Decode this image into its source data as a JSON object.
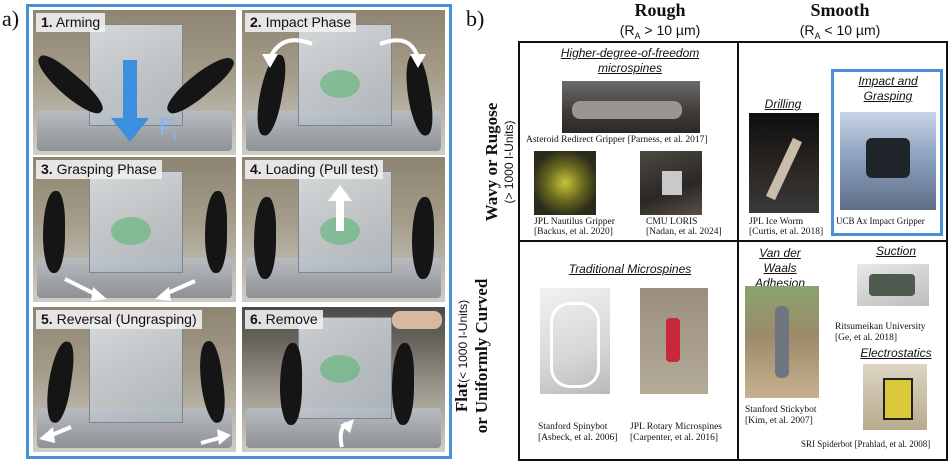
{
  "panel_a": {
    "label": "a)",
    "steps": [
      {
        "num": "1.",
        "title": "Arming",
        "force_label": "F",
        "force_sub": "i"
      },
      {
        "num": "2.",
        "title": "Impact Phase"
      },
      {
        "num": "3.",
        "title": "Grasping Phase"
      },
      {
        "num": "4.",
        "title": "Loading (Pull test)"
      },
      {
        "num": "5.",
        "title": "Reversal (Ungrasping)"
      },
      {
        "num": "6.",
        "title": "Remove"
      }
    ]
  },
  "panel_b": {
    "label": "b)",
    "columns": [
      {
        "title": "Rough",
        "sub": "(R",
        "sub_idx": "A",
        "sub_rest": " > 10 µm)"
      },
      {
        "title": "Smooth",
        "sub": "(R",
        "sub_idx": "A",
        "sub_rest": " < 10 µm)"
      }
    ],
    "rows": [
      {
        "title": "Wavy or Rugose",
        "sub": "(> 1000 I-Units)"
      },
      {
        "title_pre": "Flat",
        "title_sub": "(< 1000 I-Units)",
        "title_post": "or Uniformly Curved"
      }
    ],
    "cells": {
      "rough_wavy": {
        "title": "Higher-degree-of-freedom microspines",
        "captions": [
          "Asteroid Redirect Gripper [Parness, et al. 2017]",
          "JPL Nautilus Gripper",
          "[Backus, et al. 2020]",
          "CMU LORIS",
          "[Nadan, et al. 2024]"
        ]
      },
      "smooth_wavy": {
        "drilling_title": "Drilling",
        "drilling_captions": [
          "JPL Ice Worm",
          "[Curtis, et al. 2018]"
        ],
        "impact_title": "Impact and Grasping",
        "impact_caption": "UCB Ax Impact Gripper"
      },
      "rough_flat": {
        "title": "Traditional Microspines",
        "captions": [
          "Stanford Spinybot",
          "[Asbeck, et al. 2006]",
          "JPL Rotary Microspines",
          "[Carpenter, et al. 2016]"
        ]
      },
      "smooth_flat": {
        "vdw_title": "Van der Waals Adhesion",
        "vdw_captions": [
          "Stanford Stickybot",
          "[Kim, et al. 2007]"
        ],
        "suction_title": "Suction",
        "suction_captions": [
          "Ritsumeikan University",
          "[Ge, et al. 2018]"
        ],
        "electro_title": "Electrostatics",
        "electro_caption": "SRI Spiderbot [Prahlad, et al. 2008]"
      }
    }
  },
  "colors": {
    "highlight_border": "#4a90d9",
    "force_arrow": "#3d8fe0",
    "grid": "#111111"
  }
}
